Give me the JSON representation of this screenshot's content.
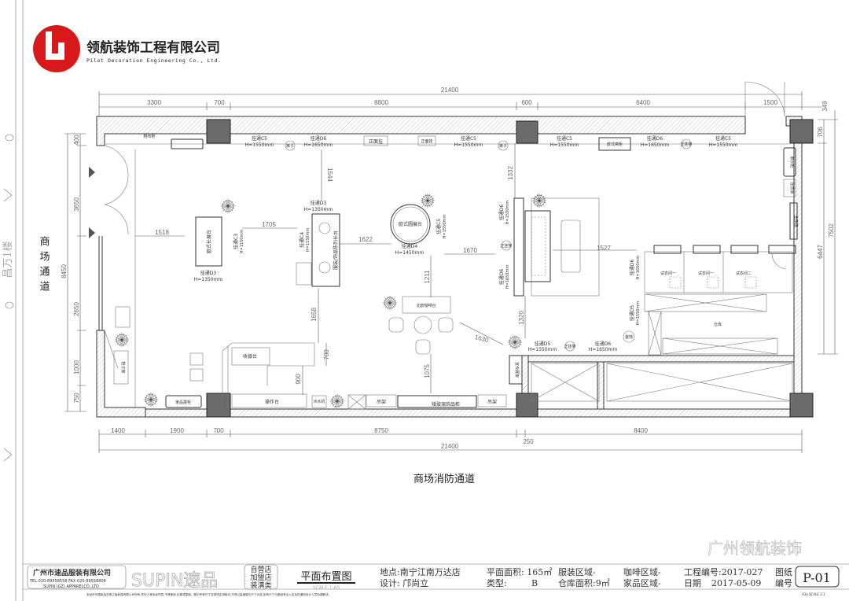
{
  "header": {
    "company_cn": "领航装饰工程有限公司",
    "company_en": "Pilot Decoration Engineering Co., Ltd.",
    "logo_color": "#d7191c"
  },
  "side_label": "昌万1楼",
  "corridor_left": "商场通道",
  "corridor_bottom": "商场消防通道",
  "dimensions": {
    "top_total": "21400",
    "top": [
      "3300",
      "700",
      "8800",
      "600",
      "6400",
      "1500",
      "349"
    ],
    "bottom": [
      "1400",
      "1900",
      "700",
      "8750",
      "8400"
    ],
    "bottom_total": "21400",
    "bottom_small": "250",
    "left": [
      "400",
      "3650",
      "8450",
      "2650",
      "1000",
      "750"
    ],
    "right": [
      "706",
      "6447",
      "7502"
    ],
    "inner": [
      "1518",
      "1705",
      "1622",
      "1670",
      "1544",
      "1332",
      "1211",
      "1527",
      "1658",
      "700",
      "900",
      "1075",
      "1320",
      "1630"
    ]
  },
  "fixtures": {
    "hang_c5": "挂通C5",
    "hang_d6": "挂通D6",
    "hang_d3": "挂通D3",
    "hang_c3": "挂通C3",
    "hang_c4": "挂通C4",
    "hang_d4": "挂通D4",
    "hang_d5": "挂通D5",
    "h1550": "H=1550mm",
    "h1650": "H=1650mm",
    "h1350": "H=1350mm",
    "h1150": "H=1150mm",
    "h1450": "H=1450mm",
    "front_hang": "正面挂",
    "front_rack": "正挂架",
    "pants": "裤子",
    "shoe_cabinet": "鞋布柜",
    "euro_cabinet": "欧式斋柜",
    "long_table": "欧式长展台",
    "round_table": "欧式圆展台",
    "display_table": "服装/饰品陈列长台",
    "fitting_1": "试衣间一",
    "fitting_2": "试衣间二",
    "storage": "仓库",
    "cashier": "收银台",
    "operation": "操作台",
    "water": "冰水机",
    "hanger": "吊架",
    "glass_cabinet": "矮玻璃饰品柜",
    "home_cabinet": "家品展柜",
    "shoe_rack": "鞋子架",
    "coffee_table": "北欧咖啡台",
    "decor": "装饰",
    "show_cabinet": "展示柜",
    "coat_rack": "挂衣架",
    "mirror": "全身镜",
    "promo": "宣传展架"
  },
  "title_block": {
    "client": "广州市速品服装有限公司",
    "contact": "TEL:020-89558558  FAX:020-89558808",
    "client_en": "SUPIN (GZ) APPARELCO.,LTD",
    "brand": "SUPIN速品",
    "type_lines": [
      "自营店",
      "加盟店",
      "装潢类"
    ],
    "drawing_title": "平面布置图",
    "scale": "SCALE  1:65",
    "location": "地点:南宁江南万达店",
    "designer": "设计:  邝尚立",
    "area": "平面面积: 165㎡",
    "type": "类型:",
    "type_value": "B",
    "apparel_area": "服装区域-",
    "warehouse_area": "仓库面积:9㎡",
    "coffee_area": "咖啡区域-",
    "home_area": "家品区域-",
    "project_no": "工程编号:2017-027",
    "date_label": "日期",
    "date": "2017-05-09",
    "sheet_label_1": "图纸",
    "sheet_label_2": "编号",
    "sheet_no": "P-01",
    "footnote": "未经许可图纸及说明之版权属有限公司所有,任何人等未经同意,不得使用,抄袭或复制。图中所有尺寸应现场实测核对,不得以量度图中尺寸为准,如有尺寸与图纸有出入应及时通知设计人员协调解决。",
    "sheet_size": "A3a  SCALE  1:1"
  },
  "watermark": "广州领航装饰"
}
